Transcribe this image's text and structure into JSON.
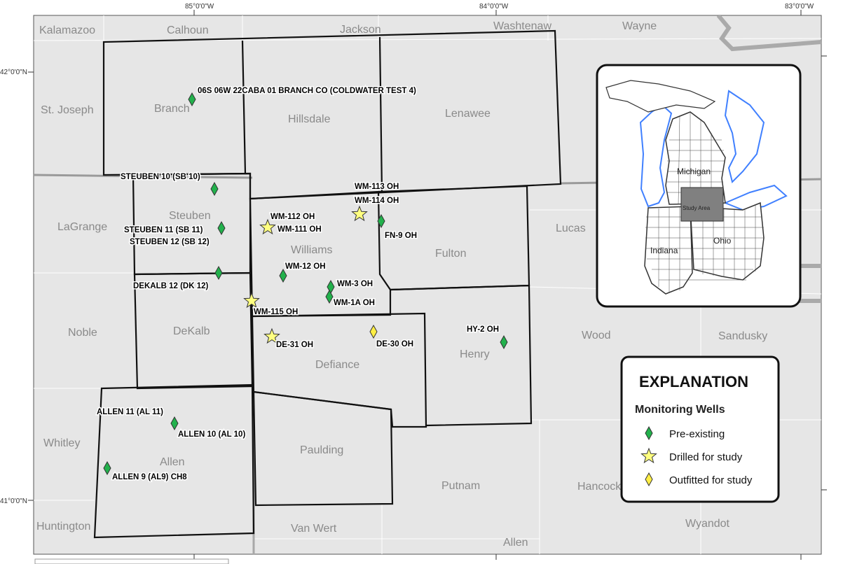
{
  "coordinates": {
    "lon": [
      "85°0'0\"W",
      "84°0'0\"W",
      "83°0'0\"W"
    ],
    "lat": [
      "42°0'0\"N",
      "41°0'0\"N"
    ]
  },
  "counties": {
    "kalamazoo": "Kalamazoo",
    "calhoun": "Calhoun",
    "jackson": "Jackson",
    "washtenaw": "Washtenaw",
    "wayne": "Wayne",
    "st_joseph": "St. Joseph",
    "branch": "Branch",
    "hillsdale": "Hillsdale",
    "lenawee": "Lenawee",
    "lagrange": "LaGrange",
    "steuben": "Steuben",
    "williams": "Williams",
    "fulton": "Fulton",
    "lucas": "Lucas",
    "noble": "Noble",
    "dekalb": "DeKalb",
    "defiance": "Defiance",
    "henry": "Henry",
    "wood": "Wood",
    "sandusky": "Sandusky",
    "whitley": "Whitley",
    "allen_in": "Allen",
    "paulding": "Paulding",
    "putnam": "Putnam",
    "hancock": "Hancock",
    "huntington": "Huntington",
    "van_wert": "Van Wert",
    "allen_oh": "Allen",
    "wyandot": "Wyandot"
  },
  "wells": {
    "coldwater": "06S 06W 22CABA 01 BRANCH CO (COLDWATER TEST 4)",
    "sb10": "STEUBEN 10 (SB 10)",
    "sb11": "STEUBEN 11 (SB 11)",
    "sb12": "STEUBEN 12 (SB 12)",
    "dk12": "DEKALB 12 (DK 12)",
    "wm112": "WM-112 OH",
    "wm111": "WM-111 OH",
    "wm113": "WM-113 OH",
    "wm114": "WM-114 OH",
    "fn9": "FN-9 OH",
    "wm12": "WM-12 OH",
    "wm3": "WM-3 OH",
    "wm1a": "WM-1A OH",
    "wm115": "WM-115 OH",
    "de31": "DE-31 OH",
    "de30": "DE-30 OH",
    "hy2": "HY-2 OH",
    "al11": "ALLEN 11 (AL 11)",
    "al10": "ALLEN 10 (AL 10)",
    "al9": "ALLEN 9 (AL9) CH8"
  },
  "inset": {
    "michigan": "Michigan",
    "study_area": "Study Area",
    "indiana": "Indiana",
    "ohio": "Ohio"
  },
  "legend": {
    "title": "EXPLANATION",
    "subtitle": "Monitoring Wells",
    "pre_existing": "Pre-existing",
    "drilled": "Drilled for study",
    "outfitted": "Outfitted for study"
  },
  "colors": {
    "pre_existing": "#22b14c",
    "drilled": "#ffff80",
    "outfitted": "#ffee44",
    "land": "#e6e6e6",
    "water": "#4080ff"
  }
}
